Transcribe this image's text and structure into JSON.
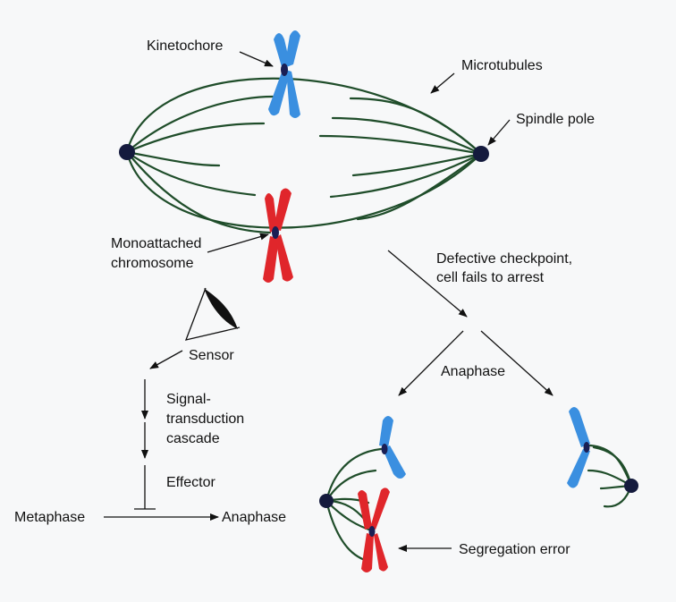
{
  "labels": {
    "kinetochore": "Kinetochore",
    "microtubules": "Microtubules",
    "spindle_pole": "Spindle pole",
    "monoattached_line1": "Monoattached",
    "monoattached_line2": "chromosome",
    "defective_line1": "Defective checkpoint,",
    "defective_line2": "cell fails to arrest",
    "sensor": "Sensor",
    "signal_line1": "Signal-",
    "signal_line2": "transduction",
    "signal_line3": "cascade",
    "effector": "Effector",
    "metaphase": "Metaphase",
    "anaphase_main": "Anaphase",
    "anaphase_branch": "Anaphase",
    "segregation_error": "Segregation error"
  },
  "colors": {
    "microtubule": "#1f4d2a",
    "chromosome_blue": "#3a8fe0",
    "chromosome_red": "#e0262b",
    "spindle_pole": "#141a3d"
  }
}
